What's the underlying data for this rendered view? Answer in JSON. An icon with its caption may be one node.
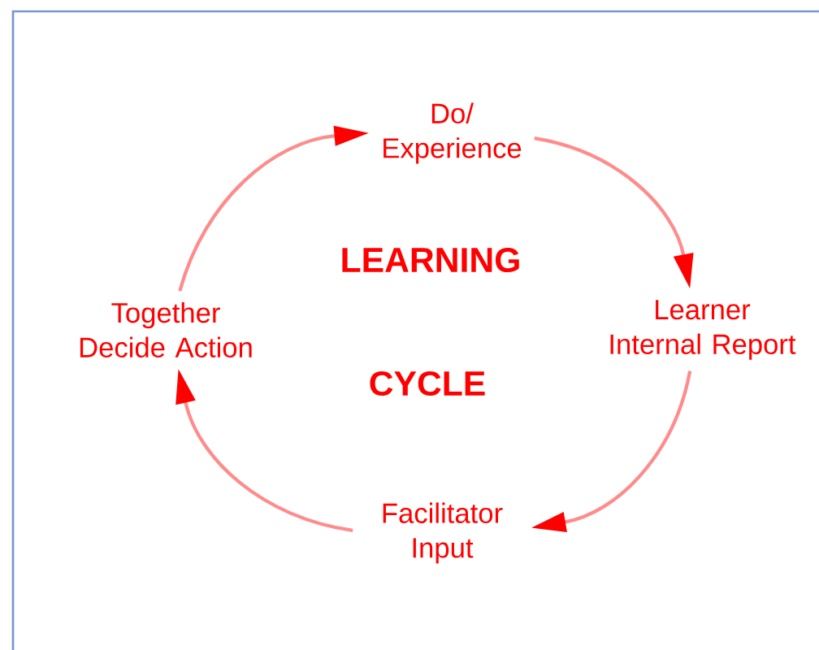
{
  "diagram": {
    "nodes": [
      {
        "text": [
          "Do/ Experience"
        ]
      },
      {
        "text": [
          "Learner Internal Report"
        ]
      },
      {
        "text": [
          "Facilitator Input"
        ]
      },
      {
        "text": [
          "Together Decide Action"
        ]
      }
    ],
    "edges": [
      {
        "from": 0,
        "to": 1,
        "arrow": "to"
      },
      {
        "from": 1,
        "to": 2,
        "arrow": "to"
      },
      {
        "from": 2,
        "to": 3,
        "arrow": "to"
      },
      {
        "from": 3,
        "to": 0,
        "arrow": "to"
      }
    ],
    "labels": [
      "LEARNING",
      "CYCLE"
    ]
  }
}
